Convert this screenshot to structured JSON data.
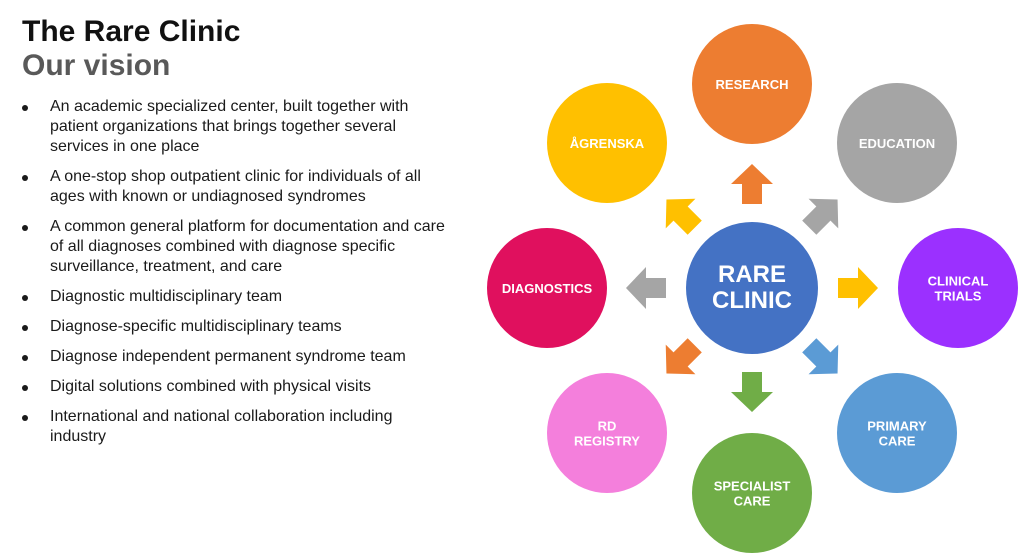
{
  "slide": {
    "title": "The Rare Clinic",
    "subtitle": "Our vision",
    "bullets": [
      {
        "lines": [
          "An academic specialized center, built together with",
          "patient organizations that brings together several",
          "services in one place"
        ]
      },
      {
        "lines": [
          "A one-stop shop outpatient clinic for individuals of all",
          "ages with known or undiagnosed syndromes"
        ]
      },
      {
        "lines": [
          "A common general platform for documentation and care",
          "of all diagnoses combined with diagnose specific",
          "surveillance, treatment, and care"
        ]
      },
      {
        "lines": [
          "Diagnostic multidisciplinary team"
        ]
      },
      {
        "lines": [
          "Diagnose-specific multidisciplinary teams"
        ]
      },
      {
        "lines": [
          "Diagnose independent permanent syndrome team"
        ]
      },
      {
        "lines": [
          "Digital solutions combined with physical visits"
        ]
      },
      {
        "lines": [
          "International and national collaboration including",
          "industry"
        ]
      }
    ]
  },
  "diagram": {
    "center": {
      "lines": [
        "RARE",
        "CLINIC"
      ],
      "color": "#4472C4"
    },
    "nodes": [
      {
        "id": "research",
        "lines": [
          "RESEARCH"
        ],
        "color": "#ED7D31",
        "arrow_color": "#ED7D31"
      },
      {
        "id": "education",
        "lines": [
          "EDUCATION"
        ],
        "color": "#A5A5A5",
        "arrow_color": "#A5A5A5"
      },
      {
        "id": "clinical-trials",
        "lines": [
          "CLINICAL",
          "TRIALS"
        ],
        "color": "#9B30FF",
        "arrow_color": "#FFC000"
      },
      {
        "id": "primary-care",
        "lines": [
          "PRIMARY",
          "CARE"
        ],
        "color": "#5B9BD5",
        "arrow_color": "#5B9BD5"
      },
      {
        "id": "specialist-care",
        "lines": [
          "SPECIALIST",
          "CARE"
        ],
        "color": "#70AD47",
        "arrow_color": "#70AD47"
      },
      {
        "id": "rd-registry",
        "lines": [
          "RD",
          "REGISTRY"
        ],
        "color": "#F47FDC",
        "arrow_color": "#ED7D31"
      },
      {
        "id": "diagnostics",
        "lines": [
          "DIAGNOSTICS"
        ],
        "color": "#E0105E",
        "arrow_color": "#A5A5A5"
      },
      {
        "id": "agrenska",
        "lines": [
          "ÅGRENSKA"
        ],
        "color": "#FFC000",
        "arrow_color": "#FFC000"
      }
    ]
  }
}
